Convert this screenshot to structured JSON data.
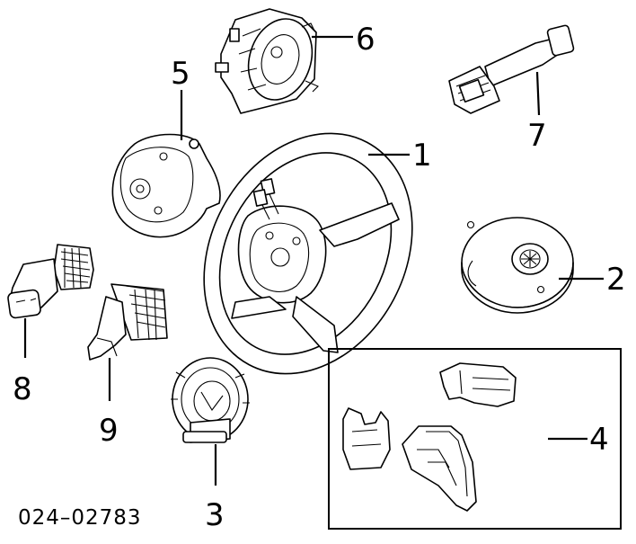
{
  "diagram": {
    "callouts": [
      "1",
      "2",
      "3",
      "4",
      "5",
      "6",
      "7",
      "8",
      "9"
    ],
    "reference_code": "024–02783"
  }
}
